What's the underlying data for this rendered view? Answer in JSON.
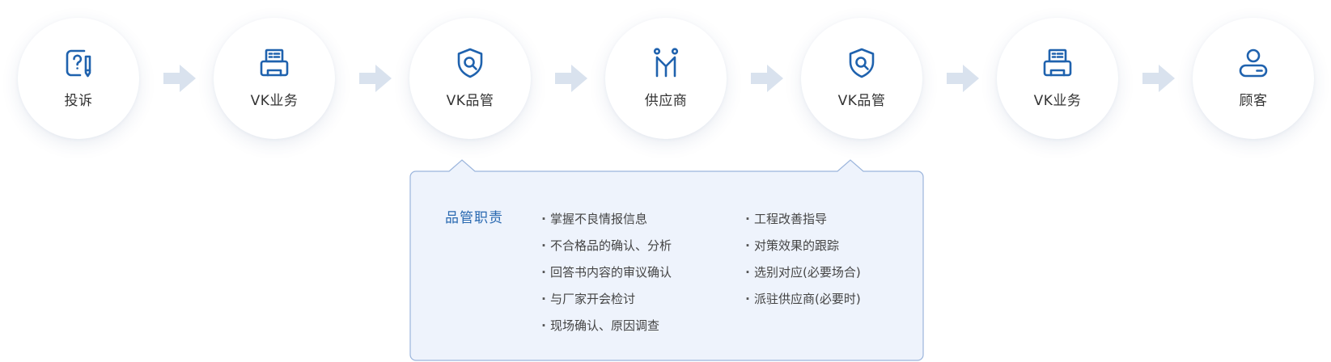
{
  "colors": {
    "icon": "#1f62ae",
    "arrow": "#cfdbea",
    "panel_fill": "#eef3fc",
    "panel_border": "#9bb5dc",
    "panel_title": "#2868b0"
  },
  "flow": {
    "steps": [
      {
        "label": "投诉",
        "icon": "complaint-document-icon"
      },
      {
        "label": "VK业务",
        "icon": "fax-printer-icon"
      },
      {
        "label": "VK品管",
        "icon": "shield-search-icon"
      },
      {
        "label": "供应商",
        "icon": "people-pair-icon"
      },
      {
        "label": "VK品管",
        "icon": "shield-search-icon"
      },
      {
        "label": "VK业务",
        "icon": "fax-printer-icon"
      },
      {
        "label": "顾客",
        "icon": "customer-user-icon"
      }
    ]
  },
  "panel": {
    "title": "品管职责",
    "column1": [
      "掌握不良情报信息",
      "不合格品的确认、分析",
      "回答书内容的审议确认",
      "与厂家开会检讨",
      "现场确认、原因调查"
    ],
    "column2": [
      "工程改善指导",
      "对策效果的跟踪",
      "选别对应(必要场合)",
      "派驻供应商(必要时)"
    ]
  }
}
